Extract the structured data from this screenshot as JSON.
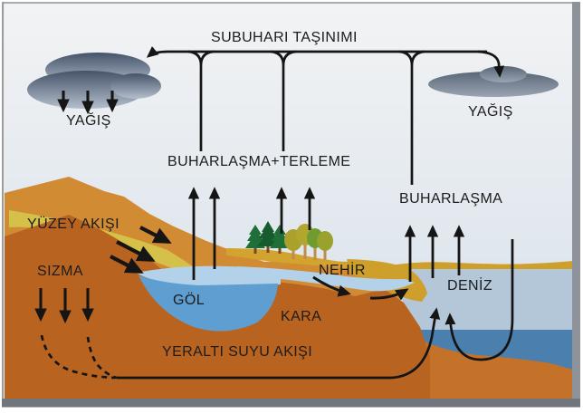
{
  "diagram": {
    "type": "water-cycle-diagram",
    "labels": {
      "vapor_transport": "SUBUHARI TAŞINIMI",
      "precipitation_left": "YAĞIŞ",
      "precipitation_right": "YAĞIŞ",
      "evaporation_transpiration": "BUHARLAŞMA+TERLEME",
      "evaporation_sea": "BUHARLAŞMA",
      "surface_runoff": "YÜZEY AKIŞI",
      "infiltration": "SIZMA",
      "lake": "GÖL",
      "river": "NEHİR",
      "land": "KARA",
      "sea": "DENİZ",
      "groundwater_flow": "YERALTI SUYU AKIŞI"
    },
    "colors": {
      "sky_top": "#f1f2f3",
      "sky_bottom": "#d5e0ea",
      "mountain_back": "#d08b33",
      "mountain_front": "#b86420",
      "runoff_band": "#d5c14a",
      "sand": "#cf9f2b",
      "tree_ground": "#d2a42f",
      "lake_shallow": "#b3d2e9",
      "lake_deep": "#5f9ed0",
      "sea_shallow": "#b3c7d9",
      "sea_deep": "#4b7fae",
      "sea_floor": "#c4722a",
      "pine_green": "#1e7038",
      "leaf_green": "#6f9c2f",
      "leaf_yellow": "#b2a530",
      "trunk_brown": "#7a4a1e",
      "trunk_tan": "#c08c4a",
      "line_black": "#151515",
      "text": "#1c1c1c",
      "frame_bottom": "#70757e",
      "frame_right": "#8e929a",
      "frame_top": "#aaacae",
      "frame_left": "#9a9c9e"
    }
  }
}
